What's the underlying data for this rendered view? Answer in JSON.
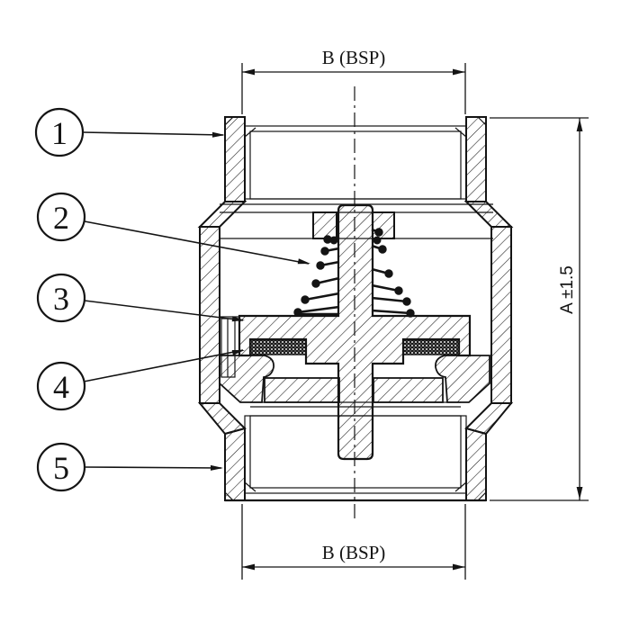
{
  "drawing": {
    "background_color": "#ffffff",
    "line_color": "#141414",
    "seal_fill": "#111111",
    "dimension_labels": {
      "top": "B (BSP)",
      "bottom": "B (BSP)",
      "right": "A ±1.5"
    },
    "callouts": [
      {
        "number": "1"
      },
      {
        "number": "2"
      },
      {
        "number": "3"
      },
      {
        "number": "4"
      },
      {
        "number": "5"
      }
    ]
  }
}
